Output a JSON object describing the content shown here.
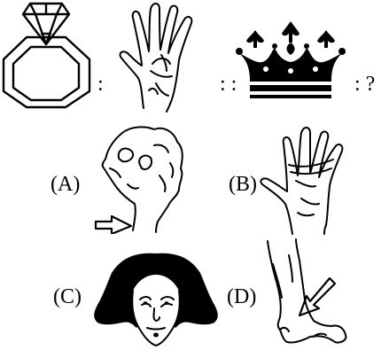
{
  "question": {
    "ratio_sep_1": ":",
    "ratio_sep_2": ": :",
    "ratio_sep_3": ": ?"
  },
  "options": [
    {
      "label": "(A)"
    },
    {
      "label": "(B)"
    },
    {
      "label": "(C)"
    },
    {
      "label": "(D)"
    }
  ],
  "colors": {
    "ink": "#000000",
    "background": "#ffffff"
  },
  "icons": {
    "q1": "ring-icon",
    "q2": "hand-icon",
    "q3": "crown-icon",
    "a": "neck-head-icon",
    "b": "wrist-hand-icon",
    "c": "face-hair-icon",
    "d": "leg-ankle-icon"
  }
}
